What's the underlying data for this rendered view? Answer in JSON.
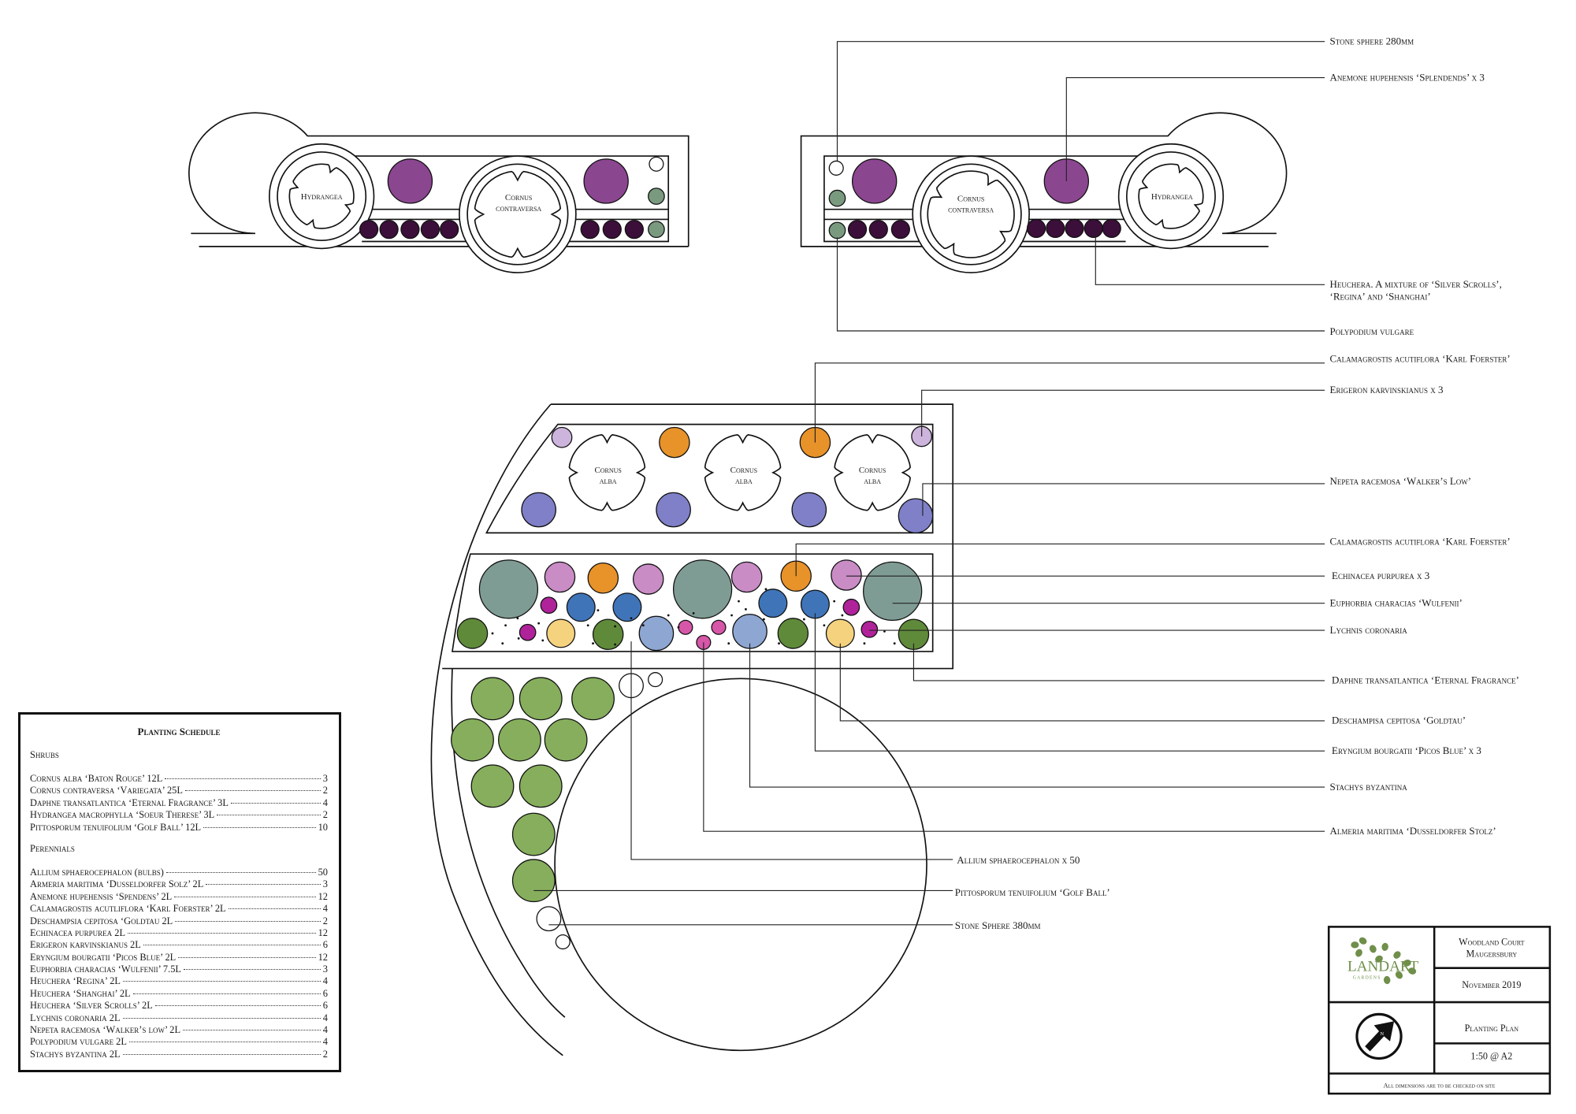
{
  "plan_labels": {
    "hydrangea": "Hydrangea",
    "cornus": "Cornus",
    "contraversa": "contraversa",
    "alba": "alba"
  },
  "labels": {
    "stone_sphere_280": "Stone sphere 280mm",
    "anemone": "Anemone hupehensis ‘Splendends’ x 3",
    "heuchera_1": "Heuchera. A mixture of ‘Silver Scrolls’,",
    "heuchera_2": "‘Regina’ and ‘Shanghai’",
    "polypodium": "Polypodium vulgare",
    "calamagrostis_1": "Calamagrostis acutiflora ‘Karl Foerster’",
    "erigeron": "Erigeron karvinskianus x 3",
    "nepeta": "Nepeta racemosa ‘Walker’s Low’",
    "calamagrostis_2": "Calamagrostis acutiflora ‘Karl Foerster’",
    "echinacea": "Echinacea purpurea x 3",
    "euphorbia": "Euphorbia characias ‘Wulfenii’",
    "lychnis": "Lychnis coronaria",
    "daphne": "Daphne transatlantica ‘Eternal Fragrance’",
    "deschampsia": "Deschampisa cepitosa ‘Goldtau’",
    "eryngium": "Eryngium bourgatii ‘Picos Blue’ x 3",
    "stachys": "Stachys byzantina",
    "almeria": "Almeria maritima ‘Dusseldorfer Stolz’",
    "allium": "Allium sphaerocephalon x 50",
    "pittosporum": "Pittosporum tenuifolium ‘Golf Ball’",
    "stone_sphere_380": "Stone Sphere 380mm"
  },
  "schedule": {
    "title": "Planting Schedule",
    "shrubs_heading": "Shrubs",
    "shrubs": [
      {
        "name": "Cornus alba ‘Baton Rouge’ 12L",
        "qty": "3"
      },
      {
        "name": "Cornus contraversa ‘Variegata’ 25L",
        "qty": "2"
      },
      {
        "name": "Daphne transatlantica ‘Eternal Fragrance’ 3L",
        "qty": "4"
      },
      {
        "name": "Hydrangea macrophylla ‘Soeur Therese’ 3L",
        "qty": "2"
      },
      {
        "name": "Pittosporum tenuifolium ‘Golf Ball’ 12L",
        "qty": "10"
      }
    ],
    "perennials_heading": "Perennials",
    "perennials": [
      {
        "name": "Allium sphaerocephalon (bulbs)",
        "qty": "50"
      },
      {
        "name": "Armeria maritima ‘Dusseldorfer Solz’ 2L",
        "qty": "3"
      },
      {
        "name": "Anemone hupehensis ‘Spendens’ 2L",
        "qty": "12"
      },
      {
        "name": "Calamagrostis acutliflora ‘Karl Foerster’ 2L",
        "qty": "4"
      },
      {
        "name": "Deschampsia cepitosa ‘Goldtau 2L",
        "qty": "2"
      },
      {
        "name": "Echinacea purpurea 2L",
        "qty": "12"
      },
      {
        "name": "Erigeron karvinskianus 2L",
        "qty": "6"
      },
      {
        "name": "Eryngium bourgatii ‘Picos Blue’ 2L",
        "qty": "12"
      },
      {
        "name": "Euphorbia characias ‘Wulfenii’ 7.5L",
        "qty": "3"
      },
      {
        "name": "Heuchera ‘Regina’ 2L",
        "qty": "4"
      },
      {
        "name": "Heuchera ‘Shanghai’ 2L",
        "qty": "6"
      },
      {
        "name": "Heuchera ‘Silver Scrolls’ 2L",
        "qty": "6"
      },
      {
        "name": "Lychnis coronaria 2L",
        "qty": "4"
      },
      {
        "name": "Nepeta racemosa ‘Walker’s low’ 2L",
        "qty": "4"
      },
      {
        "name": "Polypodium vulgare 2L",
        "qty": "4"
      },
      {
        "name": "Stachys byzantina 2L",
        "qty": "2"
      }
    ]
  },
  "title_block": {
    "logo_text": "LANDART",
    "logo_subtext": "GARDENS",
    "site_line1": "Woodland Court",
    "site_line2": "Maugersbury",
    "date": "November 2019",
    "drawing_title": "Planting Plan",
    "scale": "1:50 @ A2",
    "north_label": "N",
    "note": "All dimensions are to be checked on site"
  },
  "colors": {
    "anemone": "#8b4690",
    "heuchera": "#3b0f3a",
    "polypodium": "#7a9a80",
    "erigeron": "#cdb4dc",
    "calamagrostis": "#e8922a",
    "nepeta": "#7f80c8",
    "euphorbia": "#7f9c94",
    "echinacea": "#c98cc5",
    "eryngium": "#3f74b8",
    "lychnis": "#b0229a",
    "daphne": "#5f8a3a",
    "deschampsia": "#f5d27e",
    "stachys": "#8ea6d2",
    "armeria": "#d656a8",
    "pittosporum": "#86ae5c",
    "logo_green": "#6f8f4a"
  }
}
